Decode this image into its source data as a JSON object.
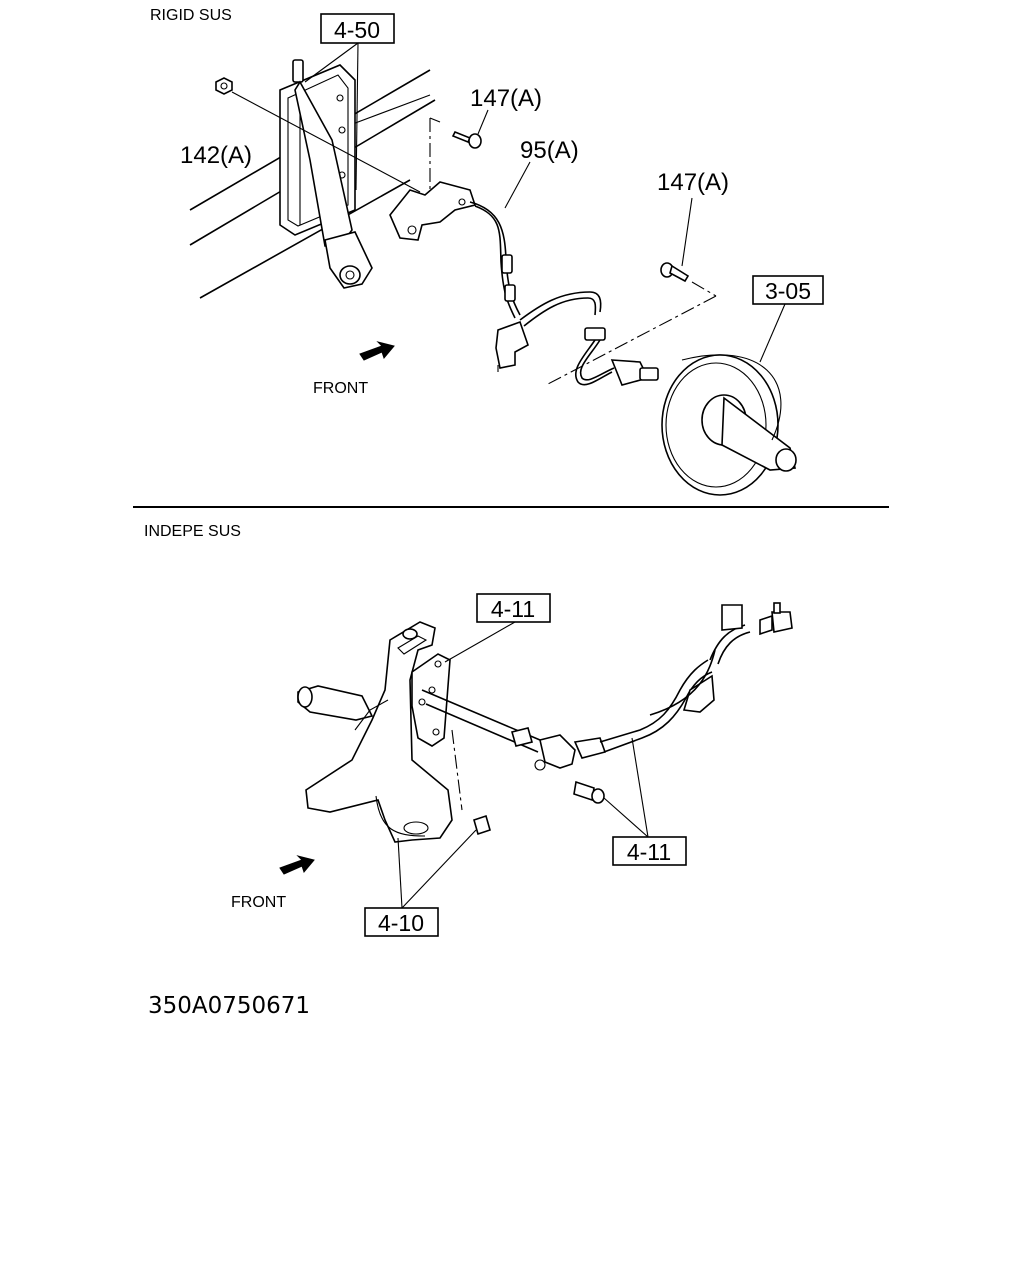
{
  "sections": {
    "rigid": {
      "title": "RIGID SUS",
      "front_label": "FRONT",
      "ref_4_50": "4-50",
      "ref_3_05": "3-05",
      "callout_142": "142(A)",
      "callout_147_top": "147(A)",
      "callout_95": "95(A)",
      "callout_147_right": "147(A)"
    },
    "indepe": {
      "title": "INDEPE SUS",
      "front_label": "FRONT",
      "ref_4_11_top": "4-11",
      "ref_4_11_bottom": "4-11",
      "ref_4_10": "4-10"
    }
  },
  "diagram_code": "350A0750671",
  "colors": {
    "ink": "#000000",
    "paper": "#ffffff"
  }
}
